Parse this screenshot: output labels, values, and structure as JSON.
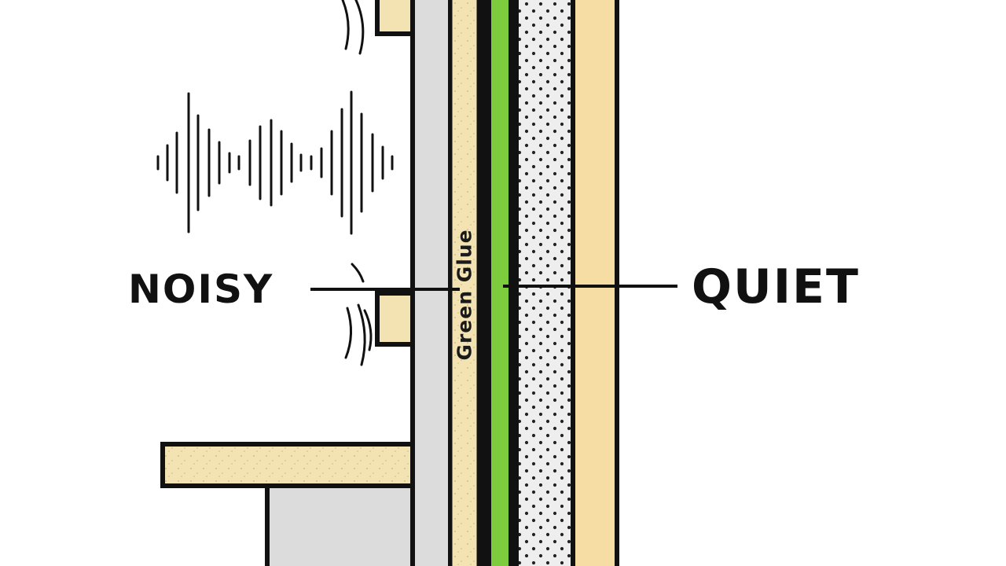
{
  "labels": {
    "noisy": "NOISY",
    "quiet": "QUIET",
    "glue": "Green Glue"
  },
  "colors": {
    "stud_wood": "#f3e3b3",
    "outer_wood": "#f5dda4",
    "drywall_gray": "#dcdcdc",
    "green_glue": "#7ccc3e",
    "speckle_panel": "#eeeeee",
    "outline": "#111111"
  },
  "icons": {
    "sound_wave": "sound-wave-icon",
    "vibration_arcs": "vibration-arcs-icon"
  }
}
